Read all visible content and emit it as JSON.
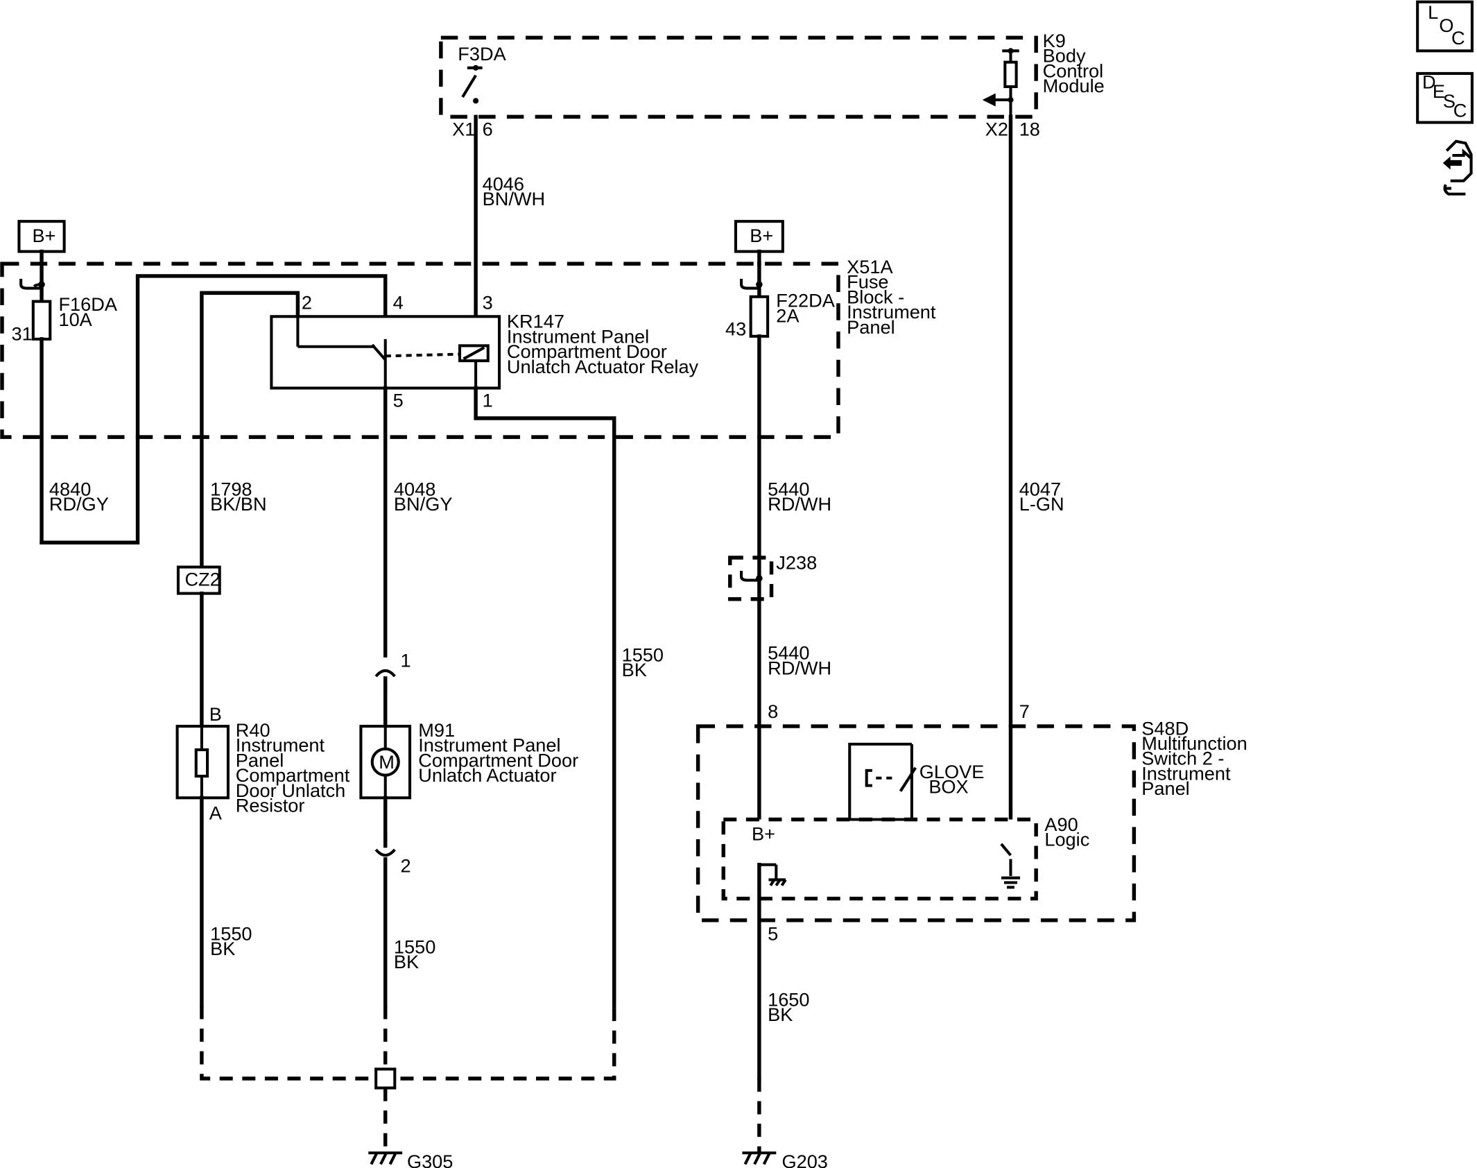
{
  "power_supplies": [
    "B+",
    "B+"
  ],
  "modules": {
    "k9": {
      "id": "K9",
      "name_lines": [
        "Body",
        "Control",
        "Module"
      ],
      "switch": "F3DA",
      "left_conn": "X1",
      "left_pin": "6",
      "right_conn": "X2",
      "right_pin": "18"
    },
    "x51a": {
      "id": "X51A",
      "name_lines": [
        "Fuse",
        "Block -",
        "Instrument",
        "Panel"
      ]
    },
    "kr147": {
      "id": "KR147",
      "name_lines": [
        "Instrument Panel",
        "Compartment Door",
        "Unlatch Actuator Relay"
      ],
      "pins": [
        "2",
        "4",
        "3",
        "5",
        "1"
      ]
    },
    "s48d": {
      "id": "S48D",
      "name_lines": [
        "Multifunction",
        "Switch 2 -",
        "Instrument",
        "Panel"
      ],
      "pin_left": "8",
      "pin_right": "7",
      "pin_bottom": "5"
    },
    "a90": {
      "id": "A90",
      "name": "Logic",
      "supply": "B+"
    },
    "glovebox": {
      "lines": [
        "GLOVE",
        "BOX"
      ]
    },
    "r40": {
      "id": "R40",
      "name_lines": [
        "Instrument",
        "Panel",
        "Compartment",
        "Door Unlatch",
        "Resistor"
      ],
      "pin_top": "B",
      "pin_bottom": "A"
    },
    "m91": {
      "id": "M91",
      "name_lines": [
        "Instrument Panel",
        "Compartment Door",
        "Unlatch Actuator"
      ],
      "symbol": "M",
      "pin_top": "1",
      "pin_bottom": "2"
    }
  },
  "fuses": {
    "f16da": {
      "name": "F16DA",
      "rating": "10A",
      "pin": "31"
    },
    "f22da": {
      "name": "F22DA",
      "rating": "2A",
      "pin": "43"
    }
  },
  "connectors": {
    "cz2": "CZ2",
    "j238": "J238"
  },
  "wires": {
    "w4046": {
      "circuit": "4046",
      "color": "BN/WH"
    },
    "w4840": {
      "circuit": "4840",
      "color": "RD/GY"
    },
    "w1798": {
      "circuit": "1798",
      "color": "BK/BN"
    },
    "w4048": {
      "circuit": "4048",
      "color": "BN/GY"
    },
    "w5440a": {
      "circuit": "5440",
      "color": "RD/WH"
    },
    "w5440b": {
      "circuit": "5440",
      "color": "RD/WH"
    },
    "w4047": {
      "circuit": "4047",
      "color": "L-GN"
    },
    "w1550a": {
      "circuit": "1550",
      "color": "BK"
    },
    "w1550b": {
      "circuit": "1550",
      "color": "BK"
    },
    "w1550c": {
      "circuit": "1550",
      "color": "BK"
    },
    "w1650": {
      "circuit": "1650",
      "color": "BK"
    }
  },
  "grounds": {
    "g305": "G305",
    "g203": "G203"
  },
  "side_buttons": {
    "loc": [
      "L",
      "O",
      "C"
    ],
    "desc": [
      "D",
      "E",
      "S",
      "C"
    ]
  }
}
